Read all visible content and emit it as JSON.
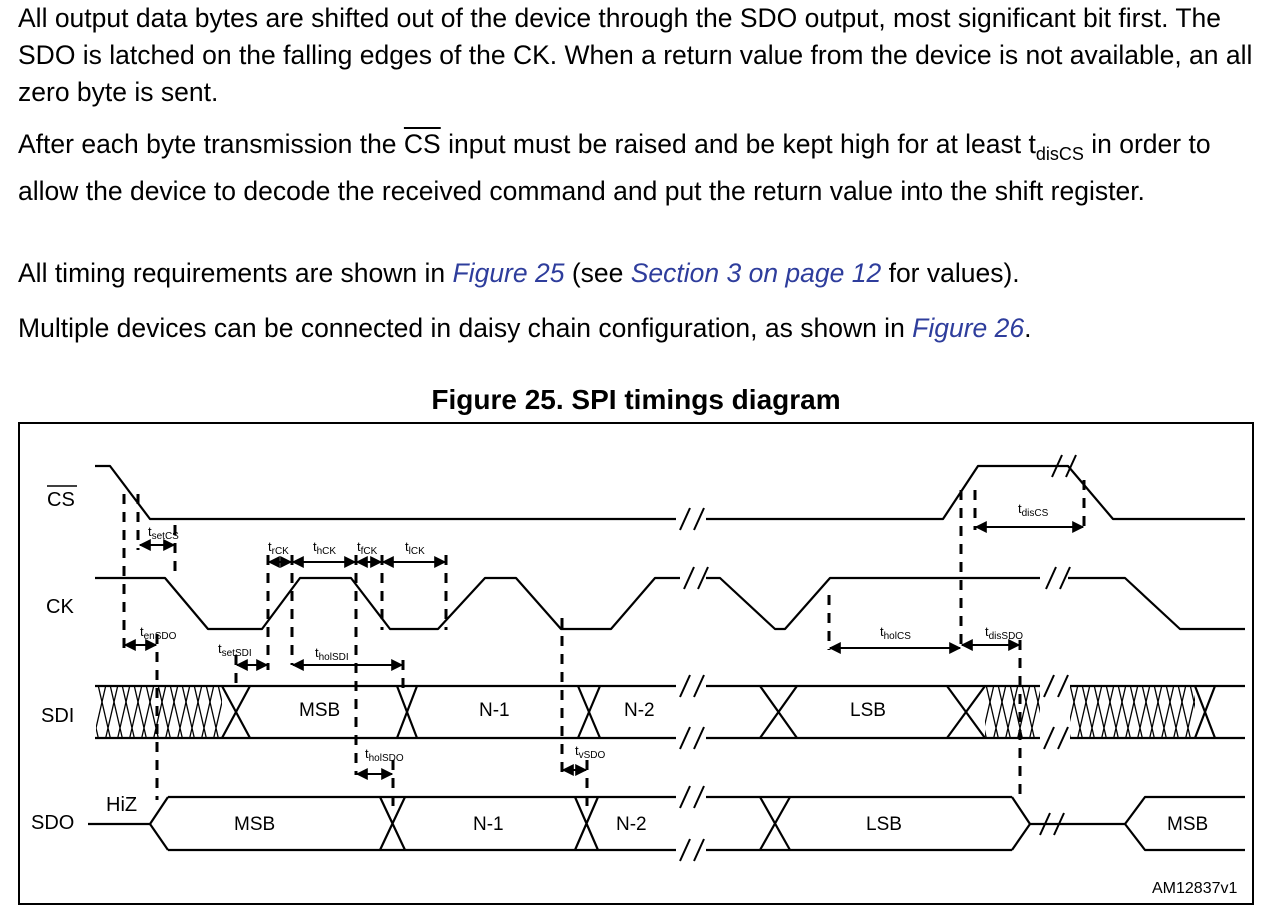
{
  "paragraphs": {
    "p1": "All output data bytes are shifted out of the device through the SDO output, most significant bit first. The SDO is latched on the falling edges of the CK. When a return value from the device is not available, an all zero byte is sent.",
    "p2_a": "After each byte transmission the ",
    "p2_cs": "CS",
    "p2_b": " input must be raised and be kept high for at least t",
    "p2_sub": "disCS",
    "p2_c": " in order to allow the device to decode the received command and put the return value into the shift register.",
    "p3_a": "All timing requirements are shown in ",
    "p3_link1": "Figure 25",
    "p3_b": " (see ",
    "p3_link2": "Section 3 on page 12",
    "p3_c": " for values).",
    "p4_a": "Multiple devices can be connected in daisy chain configuration, as shown in ",
    "p4_link": "Figure 26",
    "p4_b": "."
  },
  "figure": {
    "title": "Figure 25. SPI timings diagram",
    "signal_labels": {
      "cs": "CS",
      "ck": "CK",
      "sdi": "SDI",
      "sdo": "SDO"
    },
    "hiz_label": "HiZ",
    "sdi_bits": [
      "MSB",
      "N-1",
      "N-2",
      "LSB"
    ],
    "sdo_bits": [
      "MSB",
      "N-1",
      "N-2",
      "LSB",
      "MSB"
    ],
    "timings": {
      "setCS": [
        "t",
        "setCS"
      ],
      "rCK": [
        "t",
        "rCK"
      ],
      "hCK": [
        "t",
        "hCK"
      ],
      "fCK": [
        "t",
        "fCK"
      ],
      "lCK": [
        "t",
        "lCK"
      ],
      "enSDO": [
        "t",
        "enSDO"
      ],
      "setSDI": [
        "t",
        "setSDI"
      ],
      "holSDI": [
        "t",
        "holSDI"
      ],
      "holSDO": [
        "t",
        "holSDO"
      ],
      "vSDO": [
        "t",
        "vSDO"
      ],
      "holCS": [
        "t",
        "holCS"
      ],
      "disSDO": [
        "t",
        "disSDO"
      ],
      "disCS": [
        "t",
        "disCS"
      ]
    },
    "figure_id": "AM12837v1"
  }
}
